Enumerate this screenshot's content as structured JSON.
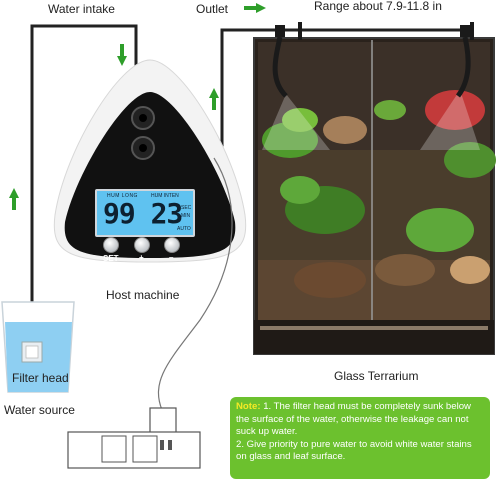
{
  "labels": {
    "water_intake": "Water intake",
    "outlet": "Outlet",
    "range": "Range about 7.9-11.8 in",
    "host_machine": "Host machine",
    "glass_terrarium": "Glass Terrarium",
    "water_source": "Water source",
    "filter_head": "Filter head"
  },
  "display": {
    "left_header": "HUM LONG",
    "right_header": "HUM INTEN",
    "value": "99 23",
    "unit_top": "SEC",
    "unit_bottom": "MIN",
    "auto": "AUTO"
  },
  "buttons": {
    "set": "SET",
    "plus": "+",
    "minus": "–"
  },
  "note": {
    "prefix": "Note:",
    "line1": "1. The filter head must be completely sunk below the surface of the water, otherwise the leakage can not suck up water.",
    "line2": "2. Give priority to pure water to avoid white water stains on glass and leaf surface."
  },
  "colors": {
    "arrow_green": "#2e9e2a",
    "note_bg": "#6cc12e",
    "note_highlight": "#f4ea25",
    "lcd": "#5fc2f0"
  }
}
